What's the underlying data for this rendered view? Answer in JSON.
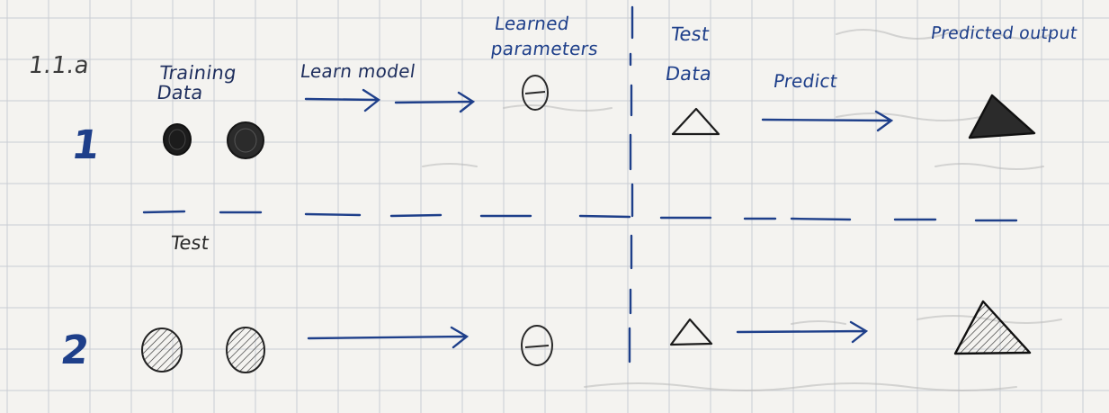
{
  "section_label": "1.1.a",
  "headers": {
    "training_data": "Training\nData",
    "learn_model": "Learn model",
    "learned_parameters": "Learned\nparameters",
    "test_data": "Test\nData",
    "predict": "Predict",
    "predicted_output": "Predicted output"
  },
  "divider_label": "Test",
  "rows": [
    {
      "number": "1",
      "training_fill": "solid",
      "parameter_symbol": "Θ",
      "test_shape": "triangle-outline",
      "output_fill": "solid"
    },
    {
      "number": "2",
      "training_fill": "hatched",
      "parameter_symbol": "Θ",
      "test_shape": "triangle-outline",
      "output_fill": "hatched"
    }
  ],
  "colors": {
    "paper": "#f4f3f0",
    "grid": "#c9cdd3",
    "ink_blue": "#1e3f8a",
    "pencil": "#2a2a2a",
    "faint_bleed": "#b8b8b8"
  }
}
